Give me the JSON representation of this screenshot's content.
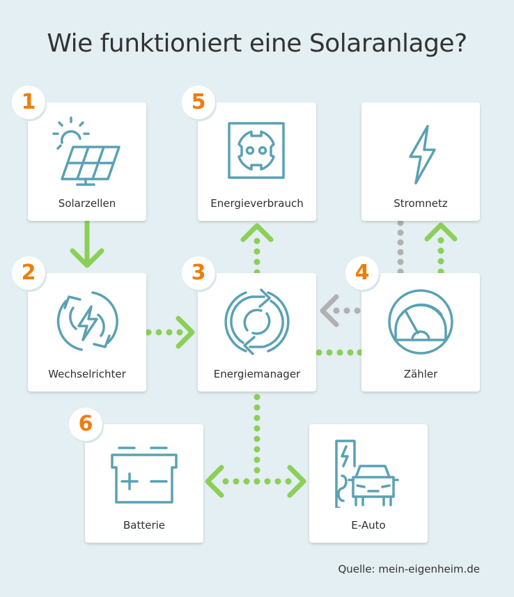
{
  "title": "Wie funktioniert eine Solaranlage?",
  "colors": {
    "background": "#e3eff2",
    "icon": "#5aa1b3",
    "badge_number": "#f07d0b",
    "flow_green": "#8ccf57",
    "flow_grey": "#b1b1b1"
  },
  "cards": [
    {
      "label": "Solarzellen",
      "icon": "solar-panel-icon",
      "step": "1"
    },
    {
      "label": "Energieverbrauch",
      "icon": "power-socket-icon",
      "step": "5"
    },
    {
      "label": "Stromnetz",
      "icon": "lightning-bolt-icon",
      "step": ""
    },
    {
      "label": "Wechselrichter",
      "icon": "inverter-icon",
      "step": "2"
    },
    {
      "label": "Energiemanager",
      "icon": "energy-manager-icon",
      "step": "3"
    },
    {
      "label": "Zähler",
      "icon": "meter-gauge-icon",
      "step": "4"
    },
    {
      "label": "Batterie",
      "icon": "battery-icon",
      "step": "6"
    },
    {
      "label": "E-Auto",
      "icon": "electric-car-icon",
      "step": ""
    }
  ],
  "badges": [
    "1",
    "2",
    "3",
    "4",
    "5",
    "6"
  ],
  "source": "Quelle: mein-eigenheim.de"
}
